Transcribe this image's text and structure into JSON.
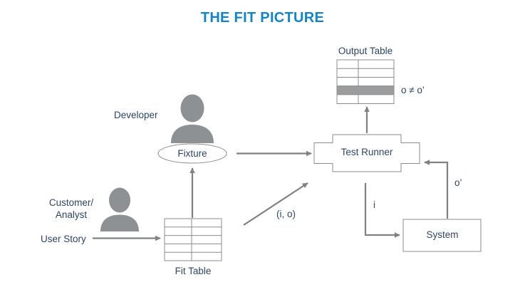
{
  "title": "THE FIT PICTURE",
  "colors": {
    "title_blue": "#1484c6",
    "text_navy": "#2e4566",
    "line_gray": "#7f8184",
    "table_border": "#8a8d90",
    "avatar_gray": "#8e9193",
    "highlight_row": "#9a9c9e"
  },
  "nodes": {
    "output_table": {
      "label": "Output Table",
      "rows": 5,
      "cols": 2,
      "highlighted_row_index": 4
    },
    "mismatch": {
      "label": "o ≠ o’"
    },
    "test_runner": {
      "label": "Test Runner",
      "shape": "process-gear"
    },
    "system": {
      "label": "System",
      "shape": "rectangle"
    },
    "fixture": {
      "label": "Fixture",
      "shape": "ellipse"
    },
    "fit_table": {
      "label": "Fit Table",
      "rows": 5,
      "cols": 2
    },
    "developer": {
      "label": "Developer",
      "icon": "person-avatar-icon"
    },
    "customer_analyst": {
      "label": "Customer/\nAnalyst",
      "icon": "person-avatar-icon"
    },
    "user_story": {
      "label": "User Story"
    }
  },
  "edges": {
    "user_story_to_fit_table": {
      "label": "",
      "arrow": "right"
    },
    "fit_table_to_fixture": {
      "label": "",
      "arrow": "up"
    },
    "fixture_to_test_runner": {
      "label": "",
      "arrow": "right"
    },
    "fit_table_to_test_runner": {
      "label": "(i, o)",
      "arrow": "diagonal-up-right"
    },
    "test_runner_to_output_table": {
      "label": "",
      "arrow": "up"
    },
    "test_runner_to_system": {
      "label": "i",
      "arrow": "down-right"
    },
    "system_to_test_runner": {
      "label": "o’",
      "arrow": "up-left"
    }
  }
}
